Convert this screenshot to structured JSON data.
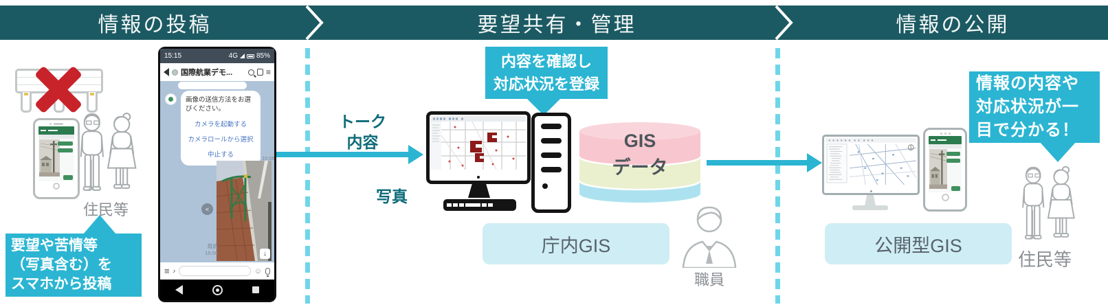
{
  "colors": {
    "header_bg": "#1C5A63",
    "accent_cyan": "#2BB5D2",
    "dashed_cyan": "#6FD6E8",
    "teal_text": "#0E6B78",
    "label_pill_bg": "#CFEDF4",
    "red_x": "#C8232B",
    "db_pink": "#F8C6CF",
    "db_green": "#EAEFCE",
    "db_blue": "#ACE2EF",
    "line_chat_bg": "#AEC3D8",
    "app_green": "#2C7B4F"
  },
  "header": {
    "steps": [
      {
        "label": "情報の投稿"
      },
      {
        "label": "要望共有・管理"
      },
      {
        "label": "情報の公開"
      }
    ]
  },
  "post_section": {
    "residents_label": "住民等",
    "callout_lines": [
      "要望や苦情等",
      "（写真含む）を",
      "スマホから投稿"
    ]
  },
  "line_app": {
    "status_time": "15:15",
    "network": "4G",
    "battery": "85%",
    "title": "国際航業デモ...",
    "bubble_text": "画像の送信方法をお選びください。",
    "options": [
      "カメラを起動する",
      "カメラロールから選択",
      "中止する"
    ],
    "bubble_time": "15:06",
    "read_receipt": "既読",
    "photo_time": "15:06",
    "download_glyph": "↓"
  },
  "manage_section": {
    "arrow_top_lines": [
      "トーク",
      "内容"
    ],
    "arrow_bottom_label": "写真",
    "callout_lines": [
      "内容を確認し",
      "対応状況を登録"
    ],
    "db_lines": [
      "GIS",
      "データ"
    ],
    "system_label": "庁内GIS",
    "staff_label": "職員"
  },
  "publish_section": {
    "callout_lines": [
      "情報の内容や",
      "対応状況が一",
      "目で分かる！"
    ],
    "system_label": "公開型GIS",
    "residents_label": "住民等"
  }
}
